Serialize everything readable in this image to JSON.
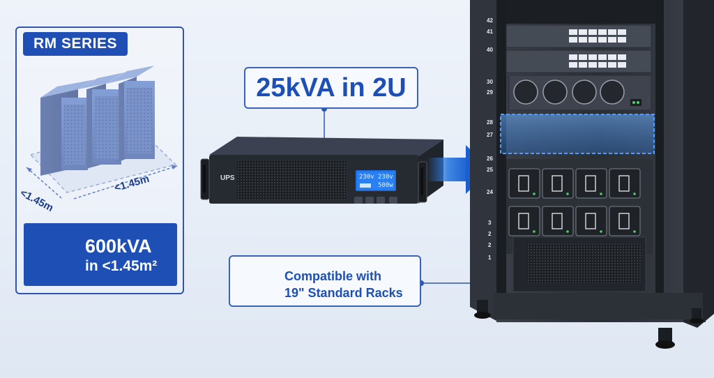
{
  "series_badge": "RM SERIES",
  "footprint": {
    "depth_label": "<1.45m",
    "width_label": "<1.45m"
  },
  "capacity": {
    "line1": "600kVA",
    "line2": "in <1.45m²"
  },
  "headline": "25kVA in 2U",
  "ups": {
    "label": "UPS",
    "lcd": {
      "line1_left": "230v",
      "line1_right": "230v",
      "line2_right": "500w"
    }
  },
  "compatibility": {
    "line1": "Compatible with",
    "line2": "19\" Standard Racks"
  },
  "rack_units": [
    "42",
    "41",
    "40",
    "30",
    "29",
    "28",
    "27",
    "26",
    "25",
    "24",
    "3",
    "2",
    "2",
    "1"
  ],
  "colors": {
    "brand_blue": "#1d4fb5",
    "highlight_blue": "#2f7ce0",
    "rack_dark": "#2b2f36"
  }
}
